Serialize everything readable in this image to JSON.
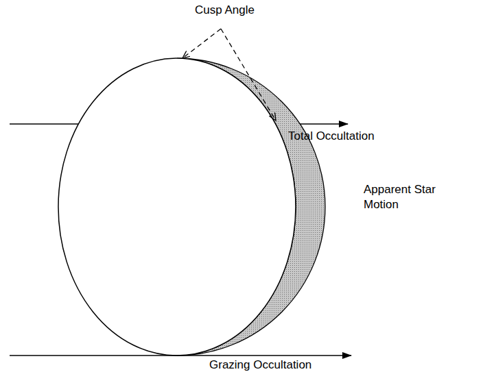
{
  "diagram": {
    "labels": [
      "Cusp Angle",
      "Total Occultation",
      "Apparent Star Motion",
      "Grazing Occultation"
    ]
  }
}
